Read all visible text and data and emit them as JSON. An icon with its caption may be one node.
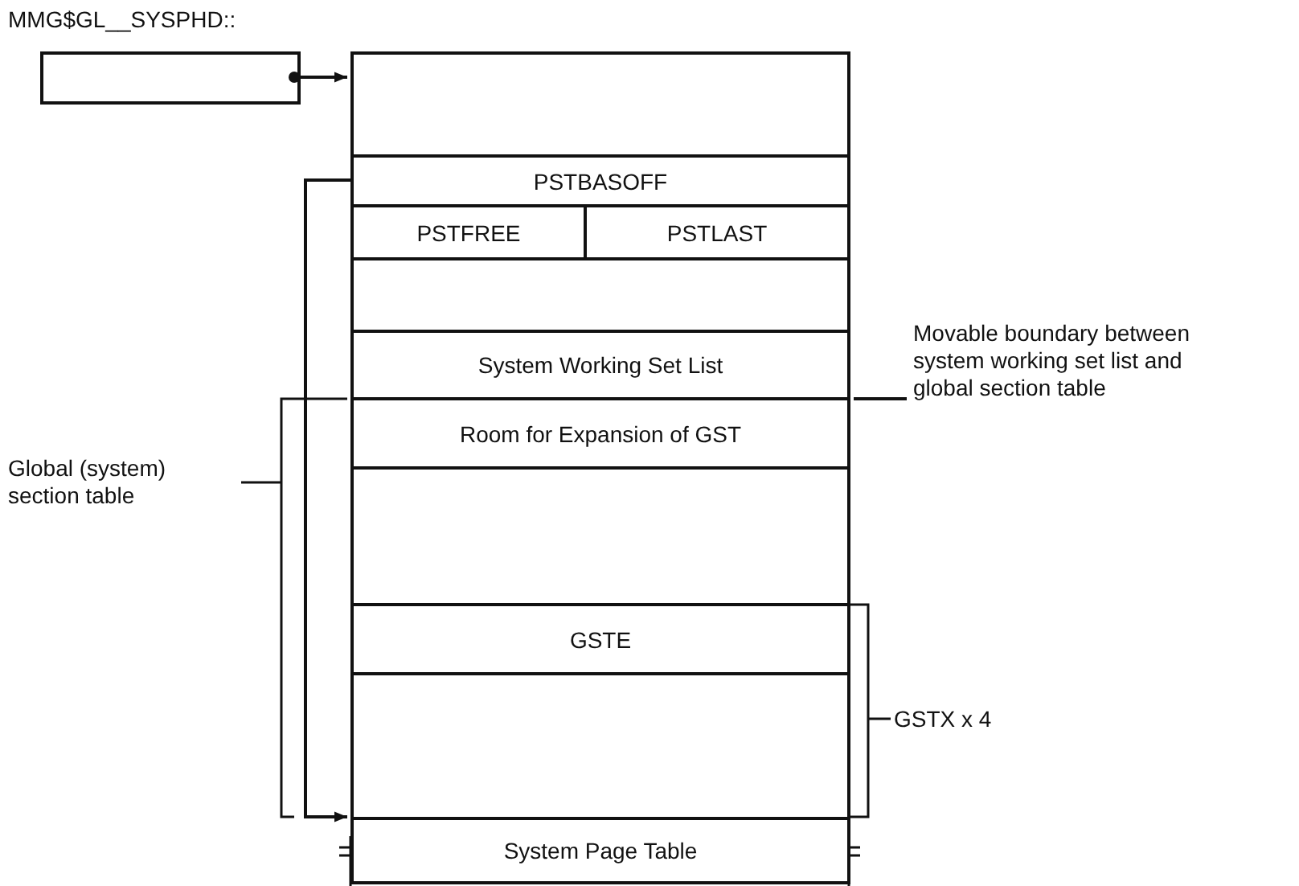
{
  "diagram": {
    "nodes": [
      {
        "text": [
          "MMG$GL__SYSPHD::"
        ]
      },
      {
        "text": [],
        "shape": "box"
      },
      {
        "text": [
          "PSTBASOFF"
        ]
      },
      {
        "text": [
          "PSTFREE"
        ]
      },
      {
        "text": [
          "PSTLAST"
        ]
      },
      {
        "text": [],
        "shape": "box"
      },
      {
        "text": [
          "System Working Set List"
        ]
      },
      {
        "text": [
          "Room for Expansion of GST"
        ]
      },
      {
        "text": [],
        "shape": "box"
      },
      {
        "text": [
          "GSTE"
        ]
      },
      {
        "text": [],
        "shape": "box"
      },
      {
        "text": [
          "System Page Table"
        ]
      },
      {
        "text": [
          "Movable boundary between system working set list and global section table"
        ]
      }
    ],
    "edges": [
      {
        "from": 0,
        "to": 1,
        "arrow": "to"
      },
      {
        "from": 2,
        "to": 11,
        "arrow": "to"
      },
      {
        "from": 12,
        "to": 6,
        "arrow": "none"
      }
    ],
    "labels": [
      "Global (system) section table",
      "GSTX x 4"
    ]
  }
}
